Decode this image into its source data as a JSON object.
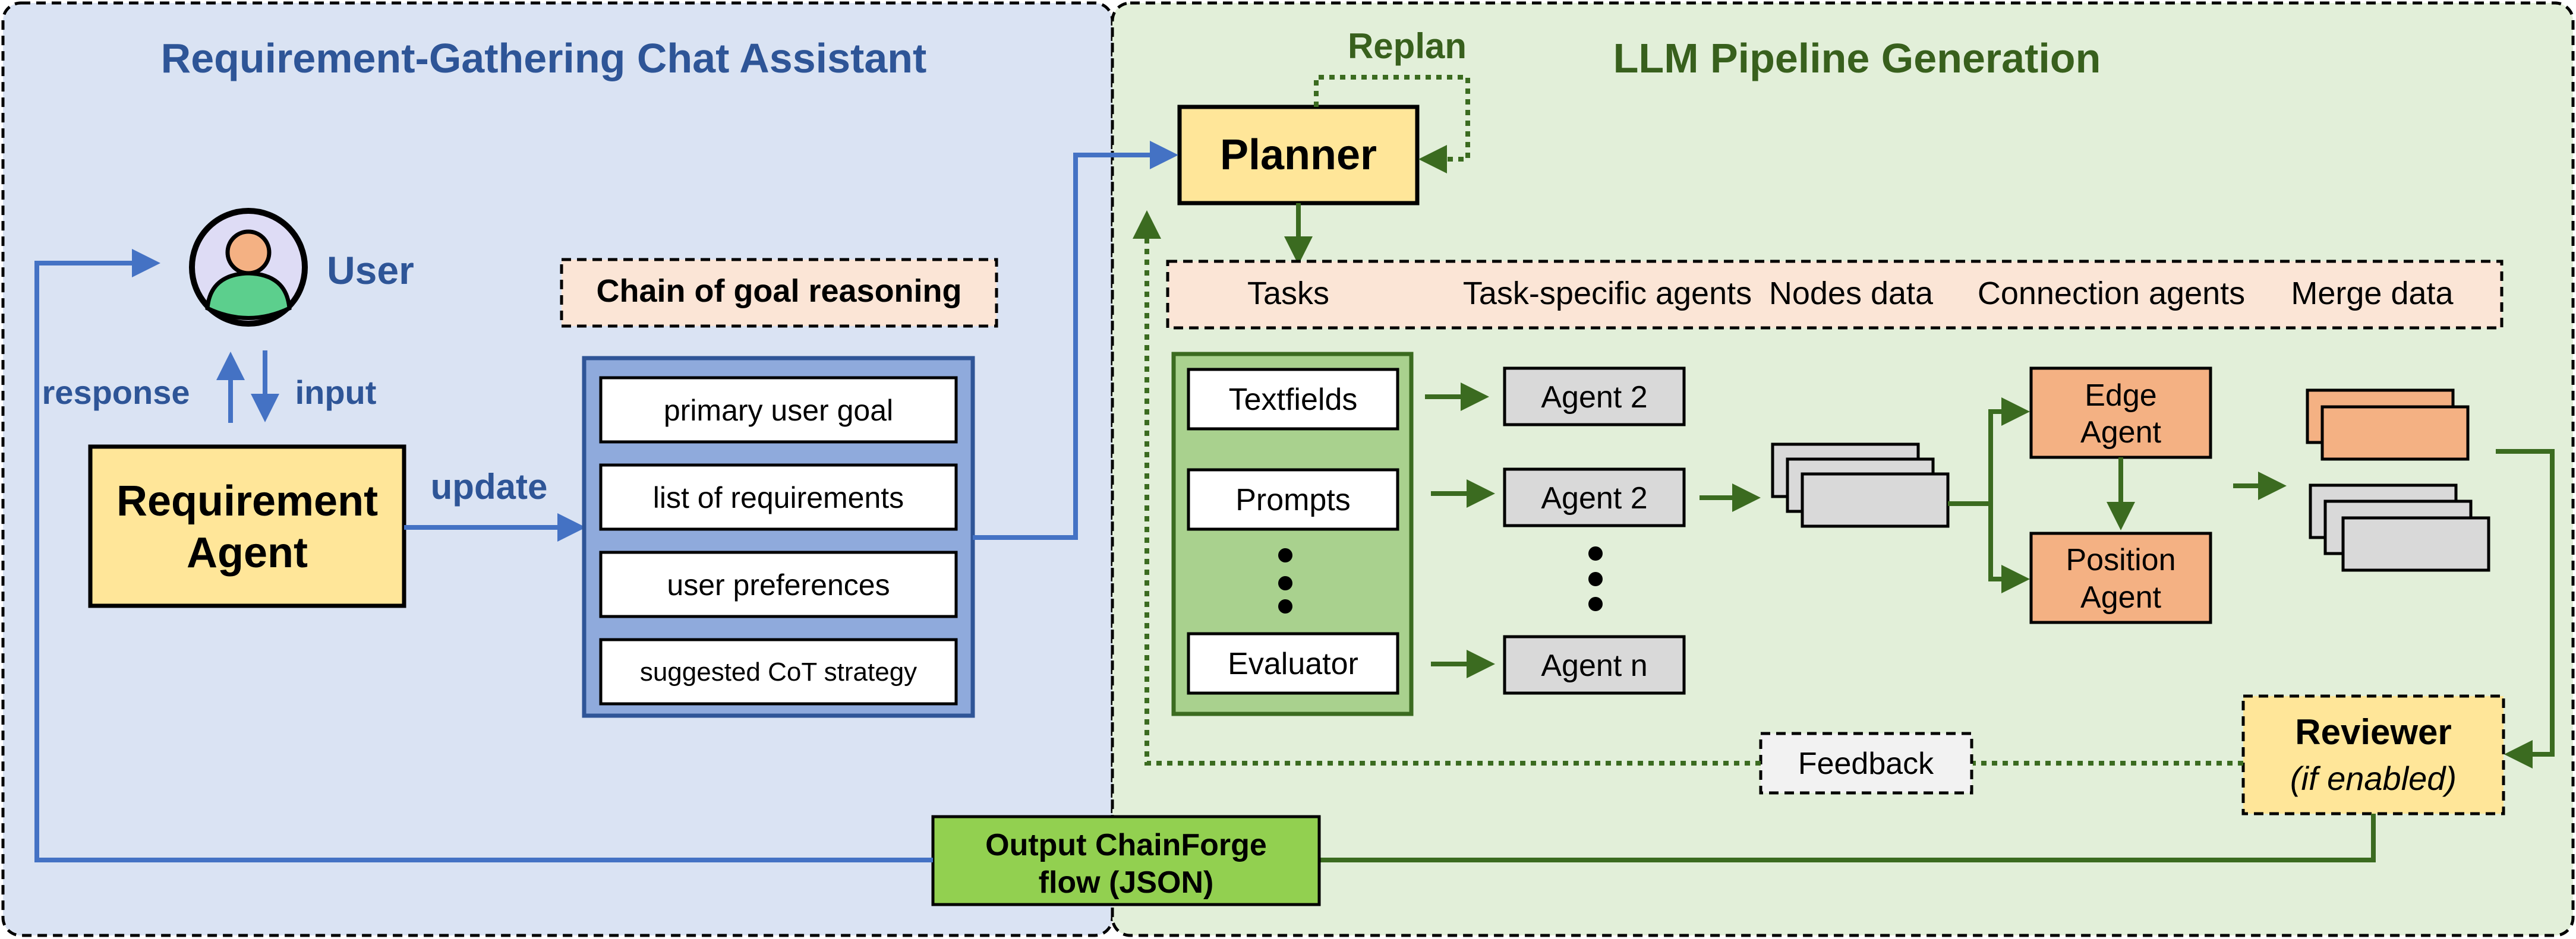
{
  "left_panel": {
    "title": "Requirement-Gathering Chat Assistant",
    "user_label": "User",
    "response_label": "response",
    "input_label": "input",
    "requirement_agent": {
      "line1": "Requirement",
      "line2": "Agent"
    },
    "update_label": "update",
    "chain_label": "Chain of goal reasoning",
    "goal_items": [
      "primary user goal",
      "list of requirements",
      "user preferences",
      "suggested CoT strategy"
    ]
  },
  "right_panel": {
    "title": "LLM Pipeline Generation",
    "replan_label": "Replan",
    "planner_label": "Planner",
    "stage_headers": [
      "Tasks",
      "Task-specific agents",
      "Nodes data",
      "Connection agents",
      "Merge data"
    ],
    "tasks": [
      "Textfields",
      "Prompts",
      "Evaluator"
    ],
    "agents": [
      "Agent 2",
      "Agent 2",
      "Agent n"
    ],
    "edge_agent": {
      "line1": "Edge",
      "line2": "Agent"
    },
    "position_agent": {
      "line1": "Position",
      "line2": "Agent"
    },
    "reviewer": {
      "line1": "Reviewer",
      "line2": "(if enabled)"
    },
    "feedback_label": "Feedback",
    "output": {
      "line1": "Output ChainForge",
      "line2": "flow (JSON)"
    }
  },
  "colors": {
    "left_bg": "#dae3f3",
    "right_bg": "#e2efd9",
    "blue_title": "#2e5597",
    "green_title": "#38601d",
    "blue_arrow": "#4472c4",
    "green_arrow": "#3b6b20",
    "yellow_box": "#ffe699",
    "peach_box": "#fbe5d6",
    "orange_box": "#f4b183",
    "grey_box": "#d9d9d9",
    "green_box": "#a9d18e",
    "output_green": "#92d050",
    "goal_list_bg": "#8faadc"
  }
}
